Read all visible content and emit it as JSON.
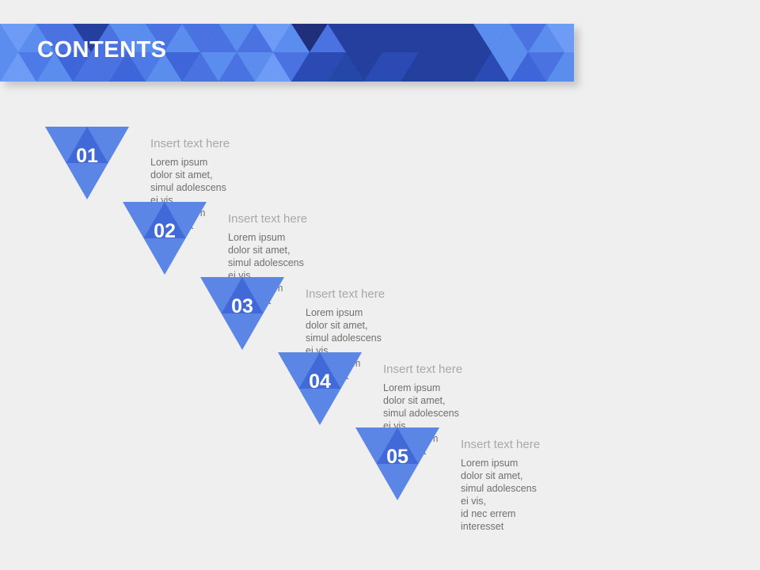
{
  "slide": {
    "background_color": "#efefef",
    "header": {
      "title": "CONTENTS",
      "title_color": "#ffffff",
      "banner_colors": {
        "base": "#2f4fbf",
        "light": "#5b8def",
        "lighter": "#6d9bf5",
        "mid": "#4a72e0",
        "dark": "#253f9e",
        "darkest": "#1f2f7a"
      }
    },
    "accent_colors": {
      "triangle_outer": "#5b86e5",
      "triangle_inner": "#4169d8",
      "heading_gray": "#a8a8a8",
      "body_gray": "#6f6f6f"
    },
    "items": [
      {
        "number": "01",
        "title": "Insert text here",
        "description": "Lorem ipsum dolor sit amet, simul adolescens ei vis,\nid nec errem interesset"
      },
      {
        "number": "02",
        "title": "Insert text here",
        "description": "Lorem ipsum dolor sit amet, simul adolescens ei vis,\nid nec errem interesset"
      },
      {
        "number": "03",
        "title": "Insert text here",
        "description": "Lorem ipsum dolor sit amet, simul adolescens ei vis,\nid nec errem interesset"
      },
      {
        "number": "04",
        "title": "Insert text here",
        "description": "Lorem ipsum dolor sit amet, simul adolescens ei vis,\nid nec errem interesset"
      },
      {
        "number": "05",
        "title": "Insert text here",
        "description": "Lorem ipsum dolor sit amet, simul adolescens ei vis,\nid nec errem interesset"
      }
    ]
  }
}
